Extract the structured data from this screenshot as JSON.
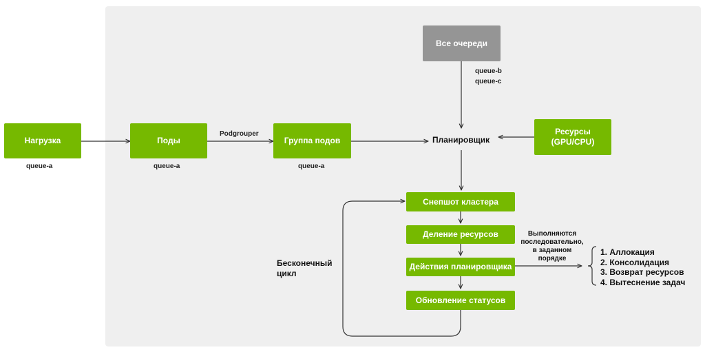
{
  "nodes": {
    "workload": "Нагрузка",
    "pods": "Поды",
    "podgroup": "Группа подов",
    "all_queues": "Все очереди",
    "scheduler": "Планировщик",
    "resources": "Ресурсы\n(GPU/CPU)",
    "cluster_snapshot": "Снепшот кластера",
    "resource_division": "Деление ресурсов",
    "scheduler_actions": "Действия планировщика",
    "status_update": "Обновление статусов"
  },
  "labels": {
    "workload_queue": "queue-a",
    "pods_queue": "queue-a",
    "podgroup_queue": "queue-a",
    "podgrouper": "Podgrouper",
    "queue_b": "queue-b",
    "queue_c": "queue-c",
    "infinite_loop": "Бесконечный\nцикл",
    "sequential_note": "Выполняются\nпоследовательно,\nв заданном\nпорядке"
  },
  "actions": [
    "1. Аллокация",
    "2. Консолидация",
    "3. Возврат ресурсов",
    "4. Вытеснение задач"
  ],
  "colors": {
    "node_green": "#76b900",
    "node_gray": "#959595",
    "panel_bg": "#efefef",
    "connector": "#333333"
  }
}
